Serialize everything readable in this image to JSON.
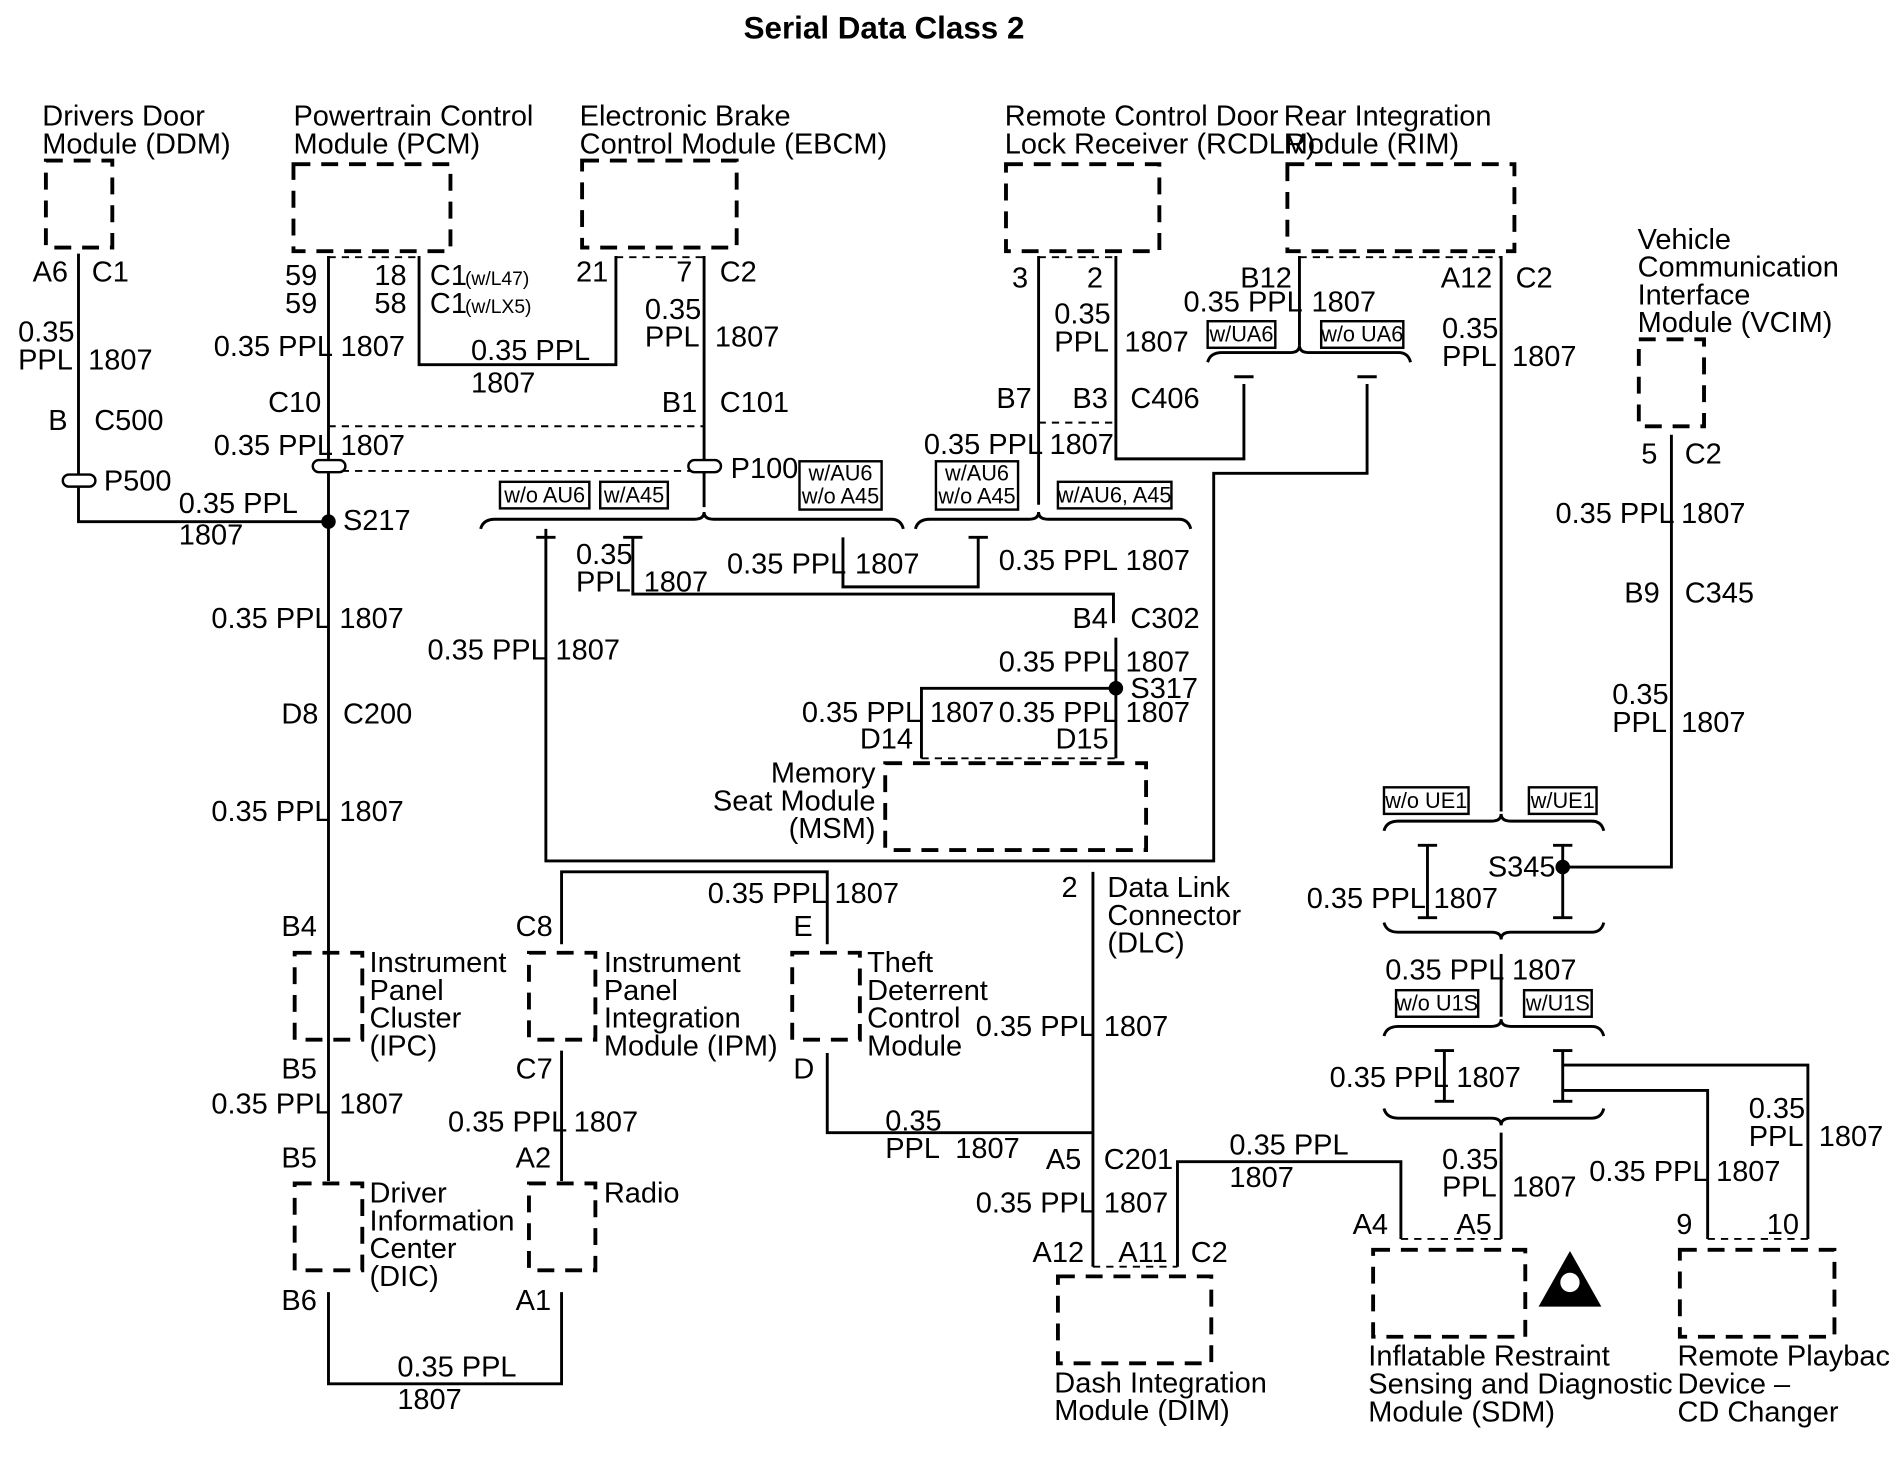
{
  "title": "Serial Data Class 2",
  "modules": {
    "ddm": [
      "Drivers Door",
      "Module (DDM)"
    ],
    "pcm": [
      "Powertrain Control",
      "Module (PCM)"
    ],
    "ebcm": [
      "Electronic Brake",
      "Control Module (EBCM)"
    ],
    "rcdlr": [
      "Remote Control Door",
      "Lock Receiver (RCDLR)"
    ],
    "rim": [
      "Rear Integration",
      "Module (RIM)"
    ],
    "vcim": [
      "Vehicle",
      "Communication",
      "Interface",
      "Module (VCIM)"
    ],
    "msm": [
      "Memory",
      "Seat Module",
      "(MSM)"
    ],
    "dlc": [
      "Data Link",
      "Connector",
      "(DLC)"
    ],
    "ipc": [
      "Instrument",
      "Panel",
      "Cluster",
      "(IPC)"
    ],
    "ipm": [
      "Instrument",
      "Panel",
      "Integration",
      "Module (IPM)"
    ],
    "tdcm": [
      "Theft",
      "Deterrent",
      "Control",
      "Module"
    ],
    "dic": [
      "Driver",
      "Information",
      "Center",
      "(DIC)"
    ],
    "radio": [
      "Radio"
    ],
    "dim": [
      "Dash Integration",
      "Module (DIM)"
    ],
    "sdm": [
      "Inflatable Restraint",
      "Sensing and Diagnostic",
      "Module (SDM)"
    ],
    "cd": [
      "Remote Playback",
      "Device –",
      "CD Changer"
    ]
  },
  "wire": {
    "gauge": "0.35 PPL",
    "gauge_num": "0.35",
    "color": "PPL",
    "circuit": "1807"
  },
  "connectors": {
    "ddm_pin": "A6",
    "ddm_conn": "C1",
    "pcm_pin_a": "59",
    "pcm_pin_b": "59",
    "pcm_pin_c": "18",
    "pcm_pin_d": "58",
    "pcm_conn": "C1",
    "pcm_opt_1": "(w/L47)",
    "pcm_opt_2": "(w/LX5)",
    "ebcm_pin_a": "21",
    "ebcm_pin_b": "7",
    "ebcm_conn": "C2",
    "c500_pin": "B",
    "c500": "C500",
    "p500": "P500",
    "c10": "C10",
    "b1": "B1",
    "c101": "C101",
    "p100": "P100",
    "s217": "S217",
    "rcdlr_pin_a": "3",
    "rcdlr_pin_b": "2",
    "rim_pin_a": "B12",
    "rim_pin_b": "A12",
    "rim_conn": "C2",
    "b7": "B7",
    "b3": "B3",
    "c406": "C406",
    "vcim_pin": "5",
    "vcim_conn": "C2",
    "b9": "B9",
    "c345": "C345",
    "b4c": "B4",
    "c302": "C302",
    "s317": "S317",
    "d14": "D14",
    "d15": "D15",
    "d8": "D8",
    "c200": "C200",
    "ipc_in": "B4",
    "ipc_out": "B5",
    "ipm_in": "C8",
    "ipm_out": "C7",
    "tdcm_in": "E",
    "tdcm_out": "D",
    "dic_in": "B5",
    "dic_out": "B6",
    "radio_in": "A2",
    "radio_out": "A1",
    "dlc_pin": "2",
    "a5": "A5",
    "c201": "C201",
    "dim_a": "A12",
    "dim_b": "A11",
    "dim_conn": "C2",
    "s345": "S345",
    "sdm_a": "A4",
    "sdm_b": "A5",
    "cd_a": "9",
    "cd_b": "10"
  },
  "options": {
    "wo_au6": "w/o AU6",
    "w_a45": "w/A45",
    "w_au6_l1": "w/AU6",
    "wo_a45_l2": "w/o A45",
    "w_au6_a45": "w/AU6, A45",
    "w_ua6": "w/UA6",
    "wo_ua6": "w/o UA6",
    "wo_ue1": "w/o UE1",
    "w_ue1": "w/UE1",
    "wo_u1s": "w/o U1S",
    "w_u1s": "w/U1S"
  }
}
